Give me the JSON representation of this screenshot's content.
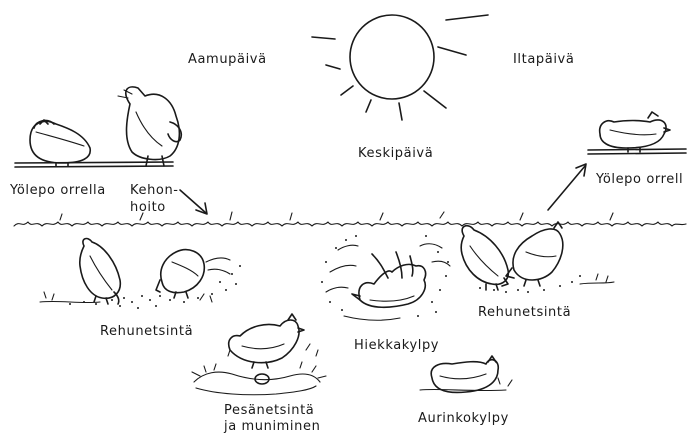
{
  "labels": {
    "morning": "Aamupäivä",
    "evening": "Iltapäivä",
    "midday": "Keskipäivä",
    "perch_left": "Yölepo orrella",
    "preening_line1": "Kehon-",
    "preening_line2": "hoito",
    "perch_right": "Yölepo orrell",
    "foraging_left": "Rehunetsintä",
    "foraging_right": "Rehunetsintä",
    "dustbath": "Hiekkakylpy",
    "nesting_line1": "Pesänetsintä",
    "nesting_line2": "ja muniminen",
    "sunbath": "Aurinkokylpy"
  },
  "colors": {
    "ink": "#1a1a1a",
    "background": "#ffffff"
  }
}
